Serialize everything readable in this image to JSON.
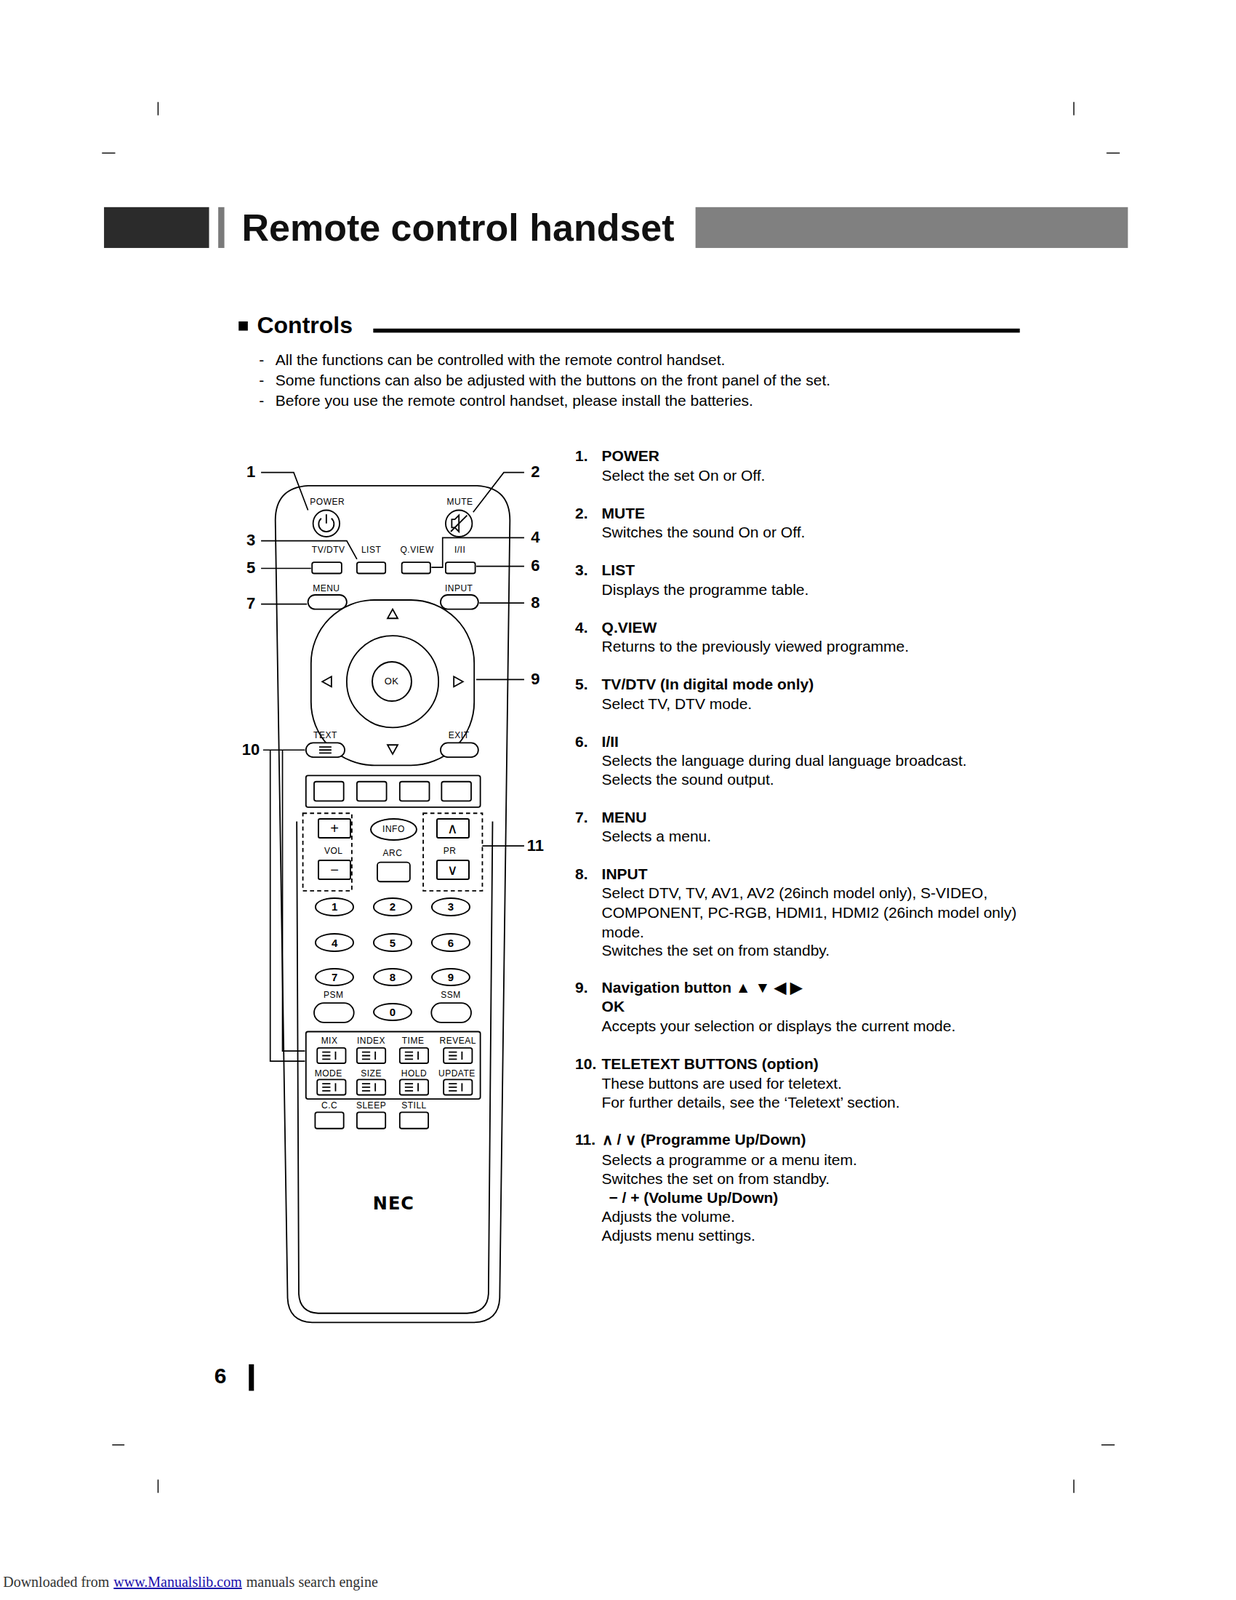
{
  "diagram": {
    "title": "Remote control handset",
    "nodes": [
      {
        "text": [
          "OK"
        ]
      },
      {
        "text": [
          "+"
        ]
      },
      {
        "text": [
          "INFO"
        ]
      },
      {
        "text": [
          "∧"
        ]
      },
      {
        "text": [
          "−"
        ]
      },
      {
        "text": [
          "∨"
        ]
      },
      {
        "text": [
          "1"
        ]
      },
      {
        "text": [
          "2"
        ]
      },
      {
        "text": [
          "3"
        ]
      },
      {
        "text": [
          "4"
        ]
      },
      {
        "text": [
          "5"
        ]
      },
      {
        "text": [
          "6"
        ]
      },
      {
        "text": [
          "7"
        ]
      },
      {
        "text": [
          "8"
        ]
      },
      {
        "text": [
          "9"
        ]
      },
      {
        "text": [
          "0"
        ]
      }
    ],
    "labels": [
      "Controls",
      "-",
      "All the functions can be controlled with the remote control handset.",
      "-",
      "Some functions can also be adjusted with the buttons on the front panel of the set.",
      "-",
      "Before you use the remote control handset, please install the batteries.",
      "POWER",
      "MUTE",
      "TV/DTV",
      "LIST",
      "Q.VIEW",
      "I/II",
      "MENU",
      "INPUT",
      "TEXT",
      "EXIT",
      "VOL",
      "ARC",
      "PR",
      "PSM",
      "SSM",
      "MIX",
      "INDEX",
      "TIME",
      "REVEAL",
      "MODE",
      "SIZE",
      "HOLD",
      "UPDATE",
      "C.C",
      "SLEEP",
      "STILL",
      "NEC",
      "1",
      "2",
      "3",
      "4",
      "5",
      "6",
      "7",
      "8",
      "9",
      "10",
      "11",
      "1.",
      "POWER",
      "Select the set On or Off.",
      "2.",
      "MUTE",
      "Switches the sound On or Off.",
      "3.",
      "LIST",
      "Displays the programme table.",
      "4.",
      "Q.VIEW",
      "Returns to the previously viewed programme.",
      "5.",
      "TV/DTV (In digital mode only)",
      "Select TV, DTV mode.",
      "6.",
      "I/II",
      "Selects the language during dual language broadcast.",
      "Selects the sound output.",
      "7.",
      "MENU",
      "Selects a menu.",
      "8.",
      "INPUT",
      "Select DTV, TV, AV1, AV2 (26inch model only), S-VIDEO, COMPONENT, PC-RGB, HDMI1, HDMI2 (26inch model only) mode.",
      "Switches the set on from standby.",
      "9.",
      "Navigation button ▲ ▼ ◀ ▶",
      "OK",
      "Accepts your selection or displays the current mode.",
      "10.",
      "TELETEXT BUTTONS (option)",
      "These buttons are used for teletext.",
      "For further details, see the ‘Teletext’ section.",
      "11.",
      "∧ / ∨ (Programme Up/Down)",
      "Selects a programme or a menu item.",
      "Switches the set on from standby.",
      "− / + (Volume Up/Down)",
      "Adjusts the volume.",
      "Adjusts menu settings.",
      "6",
      "Downloaded from",
      "www.Manualslib.com",
      "manuals search engine"
    ]
  }
}
